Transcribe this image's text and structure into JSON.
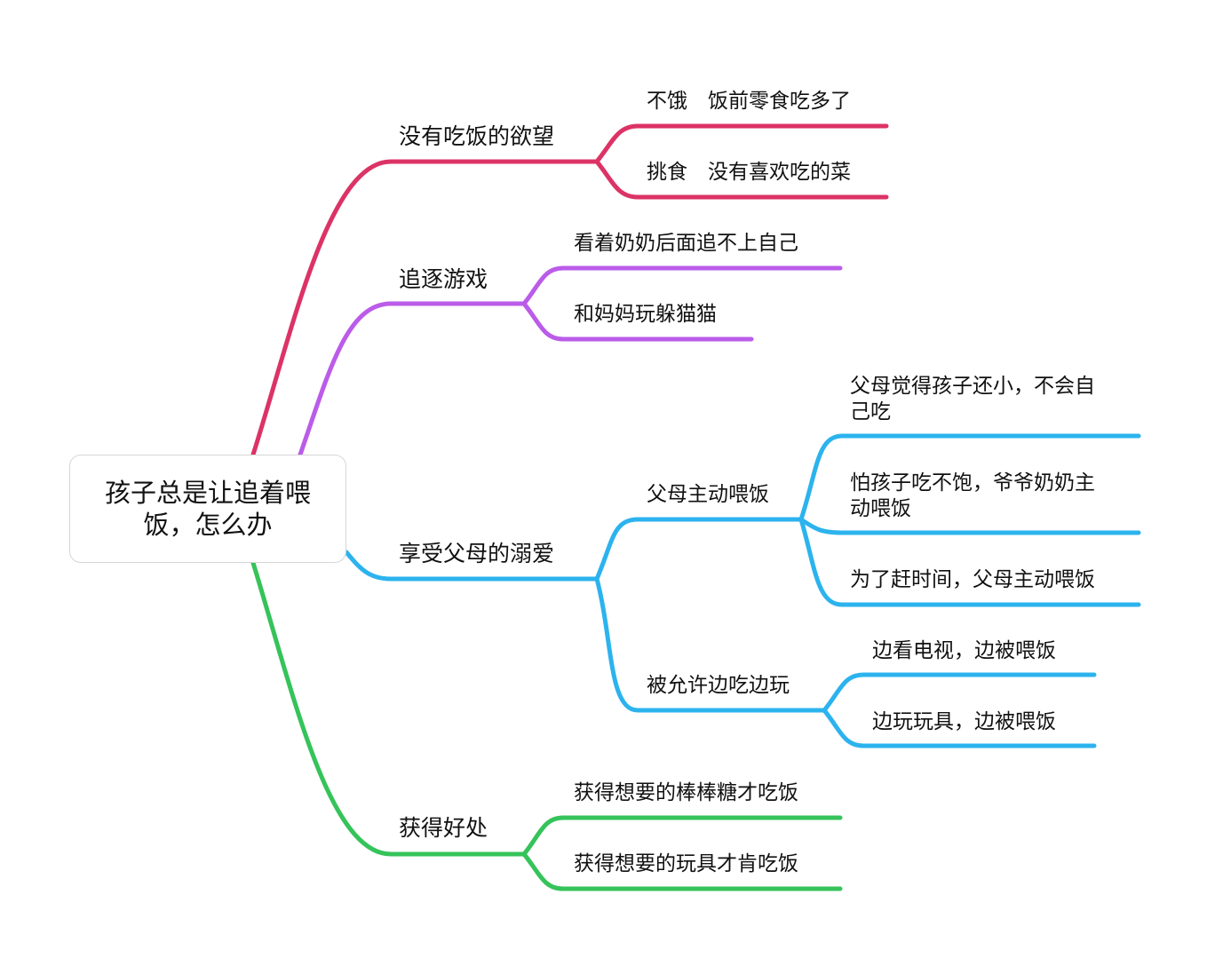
{
  "colors": {
    "pink": "#dc3366",
    "purple": "#bb5ce9",
    "blue": "#2cb3ee",
    "green": "#35c35a"
  },
  "root": {
    "line1": "孩子总是让追着喂",
    "line2": "饭，怎么办"
  },
  "branches": [
    {
      "label": "没有吃饭的欲望",
      "children": [
        {
          "label": "不饿　饭前零食吃多了"
        },
        {
          "label": "挑食　没有喜欢吃的菜"
        }
      ]
    },
    {
      "label": "追逐游戏",
      "children": [
        {
          "label": "看着奶奶后面追不上自己"
        },
        {
          "label": "和妈妈玩躲猫猫"
        }
      ]
    },
    {
      "label": "享受父母的溺爱",
      "children": [
        {
          "label": "父母主动喂饭",
          "children": [
            {
              "line1": "父母觉得孩子还小，不会自",
              "line2": "己吃"
            },
            {
              "line1": "怕孩子吃不饱，爷爷奶奶主",
              "line2": "动喂饭"
            },
            {
              "line1": "为了赶时间，父母主动喂饭"
            }
          ]
        },
        {
          "label": "被允许边吃边玩",
          "children": [
            {
              "label": "边看电视，边被喂饭"
            },
            {
              "label": "边玩玩具，边被喂饭"
            }
          ]
        }
      ]
    },
    {
      "label": "获得好处",
      "children": [
        {
          "label": "获得想要的棒棒糖才吃饭"
        },
        {
          "label": "获得想要的玩具才肯吃饭"
        }
      ]
    }
  ]
}
